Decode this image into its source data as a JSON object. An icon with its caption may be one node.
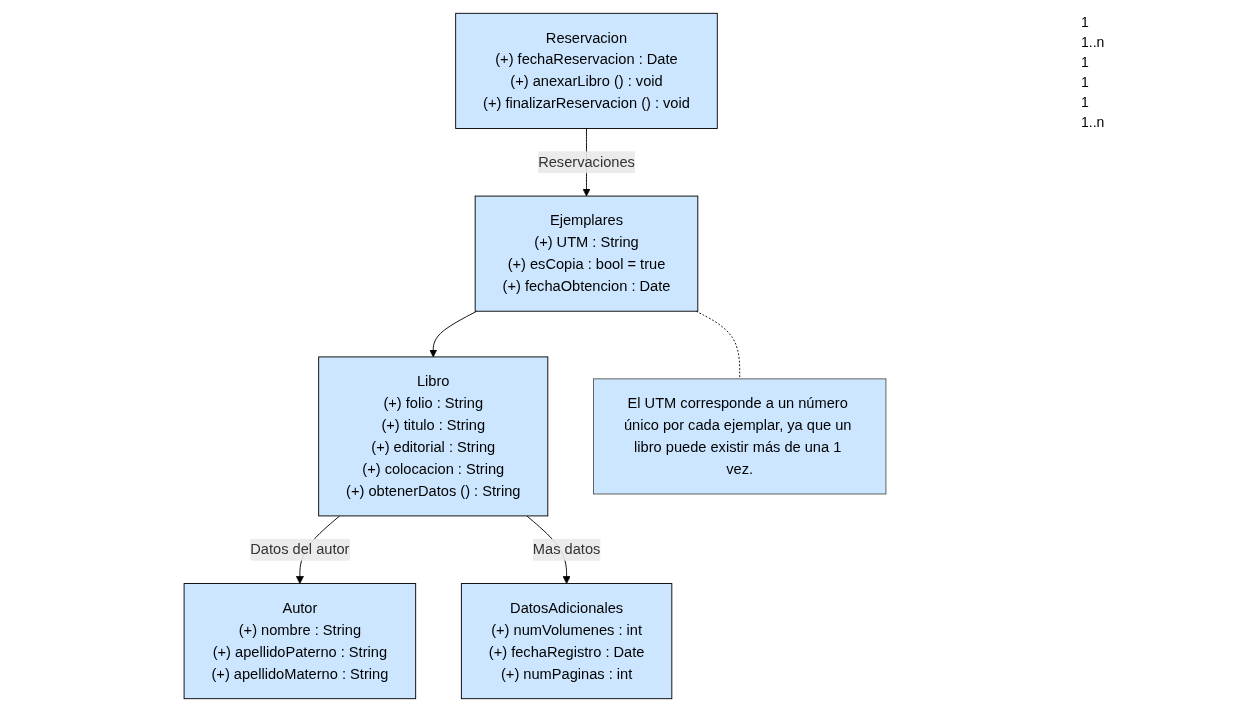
{
  "diagram": {
    "nodes": [
      {
        "text": [
          "Libro",
          "(+) folio : String",
          "(+) titulo : String",
          "(+) editorial : String",
          "(+) colocacion : String",
          "(+) obtenerDatos () : String"
        ]
      },
      {
        "text": [
          "Autor",
          "(+) nombre : String",
          "(+) apellidoPaterno : String",
          "(+) apellidoMaterno : String"
        ]
      },
      {
        "text": [
          "DatosAdicionales",
          "(+) numVolumenes : int",
          "(+) fechaRegistro : Date",
          "(+) numPaginas : int"
        ]
      },
      {
        "text": [
          "Reservacion",
          "(+) fechaReservacion : Date",
          "(+) anexarLibro () : void",
          "(+) finalizarReservacion () : void"
        ]
      },
      {
        "text": [
          "Ejemplares",
          "(+) UTM : String",
          "(+) esCopia : bool = true",
          "(+) fechaObtencion : Date"
        ]
      },
      {
        "text": [
          "El UTM corresponde a un número único por cada ejemplar, ya que un libro puede existir más de una 1 vez."
        ]
      }
    ],
    "edges": [
      {
        "from": 0,
        "to": 1,
        "arrow": "to",
        "label": "Datos del autor"
      },
      {
        "from": 0,
        "to": 2,
        "arrow": "to",
        "label": "Mas datos"
      },
      {
        "from": 4,
        "to": 0,
        "arrow": "to"
      },
      {
        "from": 3,
        "to": 4,
        "arrow": "to",
        "label": "Reservaciones"
      },
      {
        "from": 4,
        "to": 5,
        "arrow": "none",
        "style": "dashed"
      }
    ],
    "labels": [
      "1",
      "1..n",
      "1",
      "1",
      "1",
      "1..n"
    ]
  }
}
